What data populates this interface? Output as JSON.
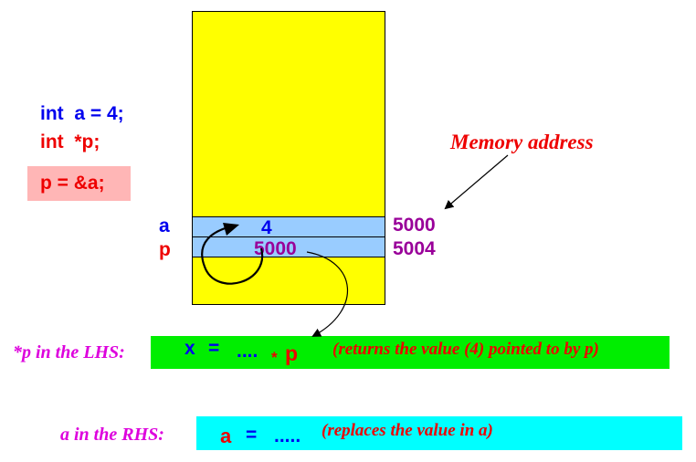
{
  "code": {
    "line1_kw": "int",
    "line1_rest": "a = 4;",
    "line2_kw": "int",
    "line2_rest": "*p;",
    "assign": "p = &a;"
  },
  "memory": {
    "label": "Memory address",
    "cells": [
      {
        "var": "a",
        "value": "4",
        "address": "5000"
      },
      {
        "var": "p",
        "value": "5000",
        "address": "5004"
      }
    ]
  },
  "lhs": {
    "label": "*p in the LHS:",
    "expr_x": "x",
    "expr_eq": "=",
    "expr_dots": "....",
    "expr_star": "*",
    "expr_p": "p",
    "note": "(returns the value (4) pointed to by p)"
  },
  "rhs": {
    "label": "a in the RHS:",
    "expr_a": "a",
    "expr_eq": "=",
    "expr_dots": ".....",
    "note": "(replaces the value in a)"
  },
  "colors": {
    "blue": "#0000ee",
    "red": "#ee0000",
    "purple": "#990099",
    "magenta": "#dd00dd",
    "yellow": "#ffff00",
    "cell": "#99ccff",
    "green": "#00ee00",
    "cyan": "#00ffff",
    "pink": "#ffb6b6"
  }
}
